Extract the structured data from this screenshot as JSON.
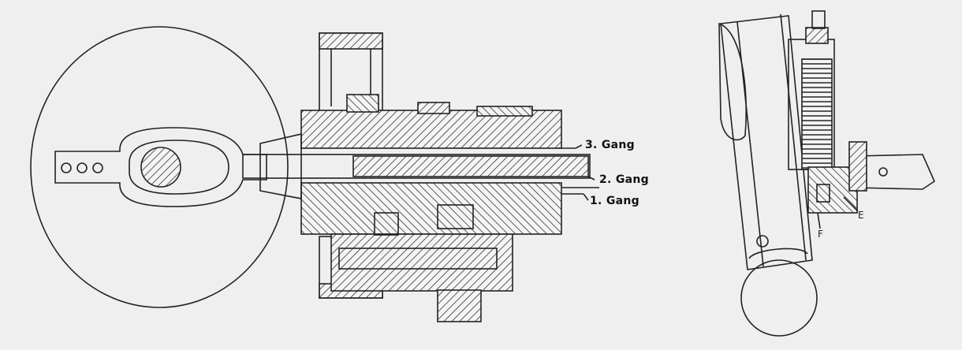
{
  "gearbox": {
    "labels": {
      "gear3": "3. Gang",
      "gear2": "2. Gang",
      "gear1": "1. Gang"
    }
  },
  "detail": {
    "labels": {
      "e": "E",
      "f": "F"
    }
  },
  "colors": {
    "background": "#efefef",
    "ink": "#222222",
    "fill": "#f7f7f7"
  }
}
